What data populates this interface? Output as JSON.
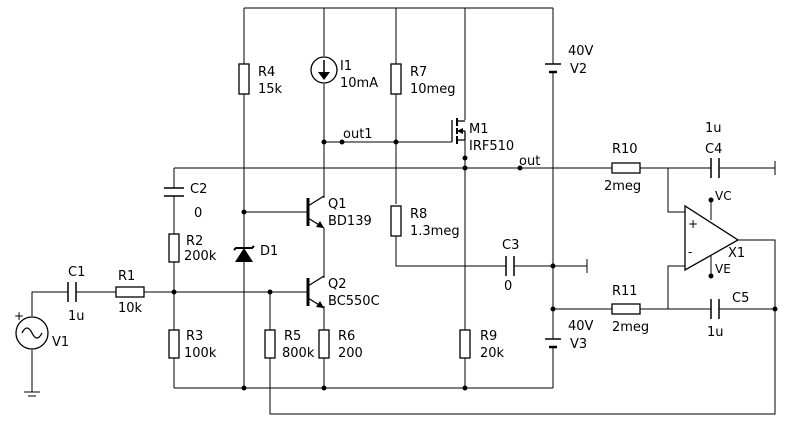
{
  "components": {
    "R4": {
      "name": "R4",
      "value": "15k"
    },
    "I1": {
      "name": "I1",
      "value": "10mA"
    },
    "R7": {
      "name": "R7",
      "value": "10meg"
    },
    "M1": {
      "name": "M1",
      "value": "IRF510"
    },
    "V2": {
      "name": "V2",
      "value": "40V"
    },
    "C2": {
      "name": "C2",
      "value": "0"
    },
    "R2": {
      "name": "R2",
      "value": "200k"
    },
    "D1": {
      "name": "D1"
    },
    "Q1": {
      "name": "Q1",
      "value": "BD139"
    },
    "R8": {
      "name": "R8",
      "value": "1.3meg"
    },
    "C3": {
      "name": "C3",
      "value": "0"
    },
    "C1": {
      "name": "C1",
      "value": "1u"
    },
    "R1": {
      "name": "R1",
      "value": "10k"
    },
    "Q2": {
      "name": "Q2",
      "value": "BC550C"
    },
    "V1": {
      "name": "V1"
    },
    "R3": {
      "name": "R3",
      "value": "100k"
    },
    "R5": {
      "name": "R5",
      "value": "800k"
    },
    "R6": {
      "name": "R6",
      "value": "200"
    },
    "R9": {
      "name": "R9",
      "value": "20k"
    },
    "V3": {
      "name": "V3",
      "value": "40V"
    },
    "R10": {
      "name": "R10",
      "value": "2meg"
    },
    "C4": {
      "name": "C4",
      "value": "1u"
    },
    "R11": {
      "name": "R11",
      "value": "2meg"
    },
    "C5": {
      "name": "C5",
      "value": "1u"
    },
    "X1": {
      "name": "X1"
    }
  },
  "nets": {
    "out1": "out1",
    "out": "out",
    "vc": "VC",
    "ve": "VE"
  },
  "opamp": {
    "plus": "+",
    "minus": "-"
  }
}
